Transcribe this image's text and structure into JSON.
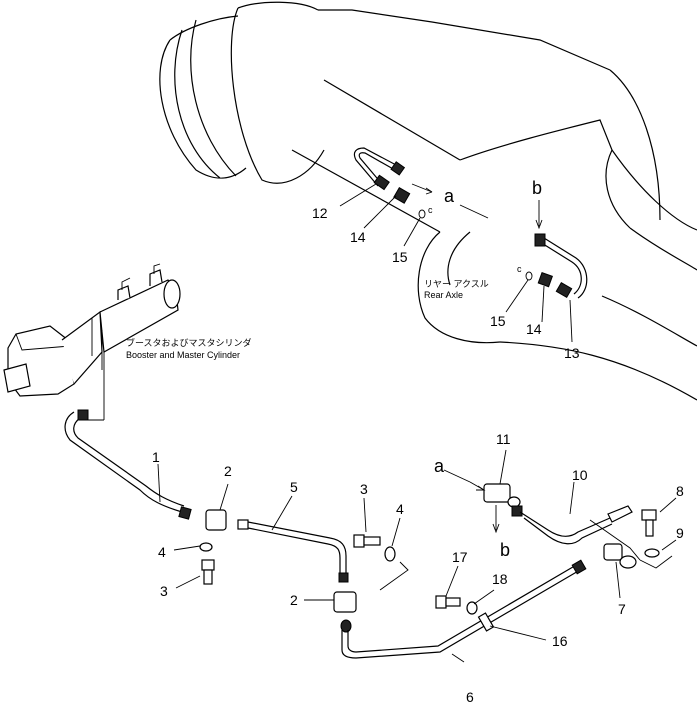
{
  "captions": {
    "rear_axle_jp": "リヤー アクスル",
    "rear_axle_en": "Rear Axle",
    "booster_jp": "ブースタおよびマスタシリンダ",
    "booster_en": "Booster and Master Cylinder"
  },
  "connection_letters": {
    "a_top": "a",
    "b_top": "b",
    "a_bottom": "a",
    "b_bottom": "b",
    "c_left": "c",
    "c_right": "c"
  },
  "part_numbers": {
    "p1": "1",
    "p2_upper": "2",
    "p2_lower": "2",
    "p3_left": "3",
    "p3_mid": "3",
    "p4_left": "4",
    "p4_mid": "4",
    "p5": "5",
    "p6": "6",
    "p7": "7",
    "p8": "8",
    "p9": "9",
    "p10": "10",
    "p11": "11",
    "p12": "12",
    "p13": "13",
    "p14_left": "14",
    "p14_right": "14",
    "p15_left": "15",
    "p15_right": "15",
    "p16": "16",
    "p17": "17",
    "p18": "18"
  }
}
